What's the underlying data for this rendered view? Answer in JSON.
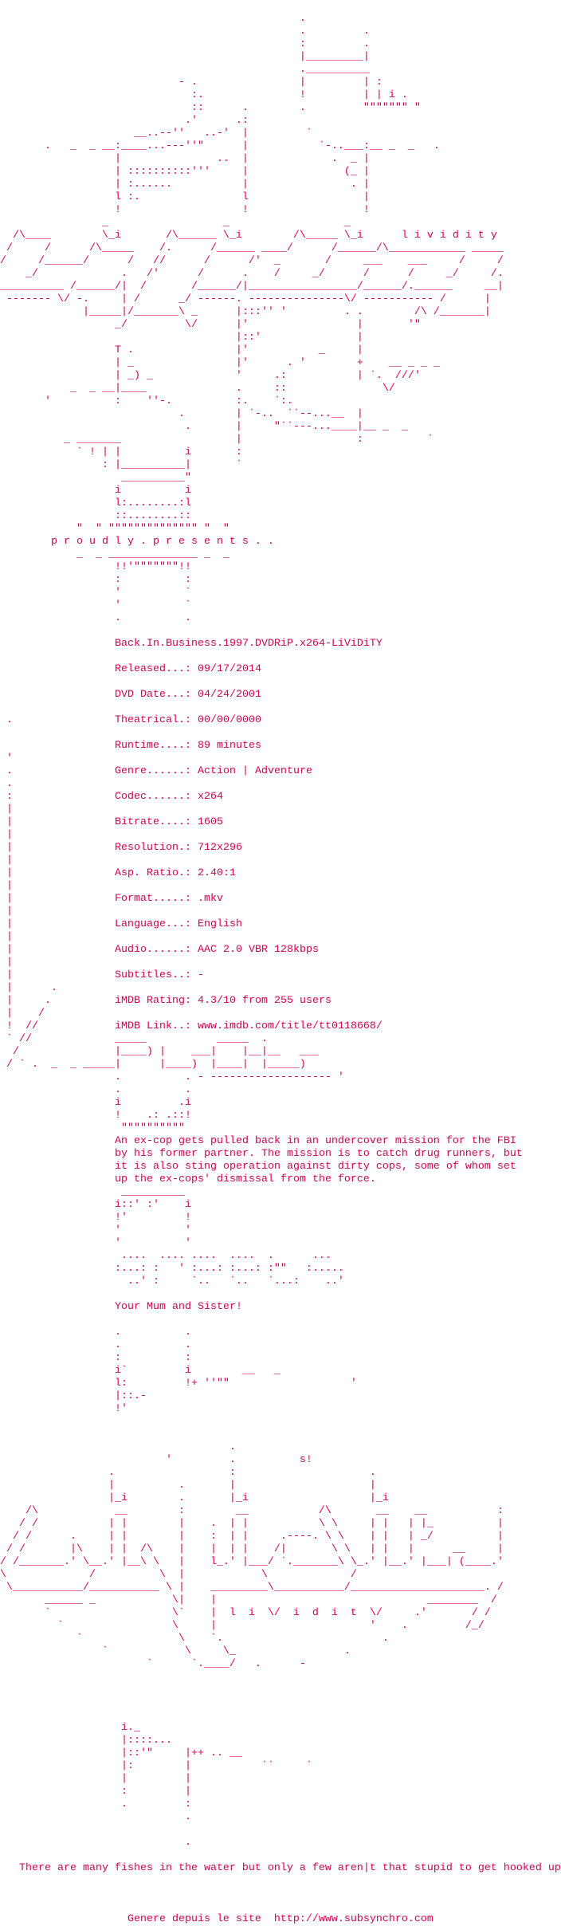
{
  "colors": {
    "text": "#d40055",
    "background": "#ffffff"
  },
  "header_art": [
    "",
    "                                               .",
    "                                               .         .",
    "                                               :         .",
    "                                               |_________|",
    "                                               .__________",
    "                            - .                |         | :",
    "                              :.               !         | | i .",
    "                              ::      .        .         \"\"\"\"\"\"\" \"",
    "                             .'      .:",
    "                     __..--''   ..-'  |         `",
    "       .   _  _ __:____...---''\"      |           `-..___:__ _  _   .",
    "                  |               ..  |             .  _ |",
    "                  | ::::::::::'''     |               (_ |",
    "                  | :......           |                . |",
    "                  l :.                l                  |",
    "                  !                   !                  !",
    "                _                  _                  _",
    "  /\\____        \\_i       /\\______ \\_i        /\\_____ \\_i      l i v i d i t y",
    " /     /      /\\_____    /.      /______ ____/      /______/\\____________ _____",
    "/     /______/      /   //      /      /'  _       /     ___    ___     /     /",
    "    _/             .   /'      /      .    /     _/      /      /     _/     /.",
    "__________ /______/|  /       /______/|_________________/______/.______     __|",
    " ------- \\/ -.     | /      _/ ------. ---------------\\/ ----------- /      |",
    "             |_____|/_______\\ _      |:::'' '         . .        /\\ /_______|",
    "                  _/         \\/      |'                 |       '\"",
    "                                     |::'               |",
    "                  T .                |'           _     |",
    "                  | _                |'      . '        +    __ _ _ _",
    "                  | _) _             '     .:           | `.  ///'",
    "           _  _ __|____              .     ::               \\/",
    "       '          :    ''-.          :.    `:.",
    "                            .        | `-..  ``--...__  |",
    "                             .       |     \"``---...____|__ _  _",
    "          _ _______                  |                  :          `",
    "            ` ! | |          i       :",
    "                : |__________|       `",
    "                   __________\"",
    "                  i          i",
    "                  l:........:l",
    "                  ::........::",
    "            \"  \" \"\"\"\"\"\"\"\"\"\"\"\"\"\" \"  \""
  ],
  "group_tagline": "        p r o u d l y . p r e s e n t s . .",
  "frame_art": [
    "            _  _ ______________ _  _",
    "                  !!'\"\"\"\"\"\"\"!!",
    "                  :          :",
    "                  '          `",
    "                  '          `",
    "                  .          .",
    ""
  ],
  "release_name": "Back.In.Business.1997.DVDRiP.x264-LiViDiTY",
  "info": [
    {
      "deco": ""
    },
    {
      "deco": "",
      "label": "Released...:",
      "value": "09/17/2014"
    },
    {
      "deco": ""
    },
    {
      "deco": "",
      "label": "DVD Date...:",
      "value": "04/24/2001"
    },
    {
      "deco": ""
    },
    {
      "deco": " .",
      "label": "Theatrical.:",
      "value": "00/00/0000"
    },
    {
      "deco": ""
    },
    {
      "deco": "",
      "label": "Runtime....:",
      "value": "89 minutes"
    },
    {
      "deco": " '"
    },
    {
      "deco": " .",
      "label": "Genre......:",
      "value": "Action | Adventure"
    },
    {
      "deco": " ."
    },
    {
      "deco": " :",
      "label": "Codec......:",
      "value": "x264"
    },
    {
      "deco": " |"
    },
    {
      "deco": " |",
      "label": "Bitrate....:",
      "value": "1605"
    },
    {
      "deco": " |"
    },
    {
      "deco": " |",
      "label": "Resolution.:",
      "value": "712x296"
    },
    {
      "deco": " |"
    },
    {
      "deco": " |",
      "label": "Asp. Ratio.:",
      "value": "2.40:1"
    },
    {
      "deco": " |"
    },
    {
      "deco": " |",
      "label": "Format.....:",
      "value": ".mkv"
    },
    {
      "deco": " |"
    },
    {
      "deco": " |",
      "label": "Language...:",
      "value": "English"
    },
    {
      "deco": " |"
    },
    {
      "deco": " |",
      "label": "Audio......:",
      "value": "AAC 2.0 VBR 128kbps"
    },
    {
      "deco": " |"
    },
    {
      "deco": " |",
      "label": "Subtitles..:",
      "value": "-"
    },
    {
      "deco": " |      ."
    },
    {
      "deco": " |     .",
      "label": "iMDB Rating:",
      "value": "4.3/10 from 255 users"
    },
    {
      "deco": " |    /"
    },
    {
      "deco": " !  //",
      "label": "iMDB Link..:",
      "value": "www.imdb.com/title/tt0118668/"
    }
  ],
  "plot_art": [
    " ` //             _____           _____  .",
    "  /               |____) |    ___|    |__|__   ___",
    " / ` .  _  _ _____|      |____)  |____|  |_____)",
    "                  .          . - ------------------- '",
    "                  .          .",
    "                  i         .i",
    "                  !    .: .::!",
    "                   \"\"\"\"\"\"\"\"\"\""
  ],
  "plot": [
    "An ex-cop gets pulled back in an undercover mission for the FBI",
    "by his former partner. The mission is to catch drug runners, but",
    "it is also sting operation against dirty cops, some of whom set",
    "up the ex-cops' dismissal from the force."
  ],
  "greets_art": [
    "                   __________",
    "                  i::' :'    i",
    "                  !'         !",
    "                  '          '",
    "                  '          '",
    "                   ....  .... ....  ....  .      ...",
    "                  :...: :   ' :...: :...: :\"\"   :.....",
    "                    ..' :     `..   `..   `...:    ..'",
    ""
  ],
  "greets": "Your Mum and Sister!",
  "footer_art": [
    "",
    "                  .          .",
    "                  .          .",
    "                  :          :",
    "                  i`         i        __   _",
    "                  l:         !+ ''\"\"                   '",
    "                  |::.-",
    "                  !'",
    "",
    "",
    "                                    .",
    "                          '         .          s!",
    "                 .                  :                     .",
    "                 |          .       |                     |",
    "                 |_i        .       |_i                   |_i",
    "    /\\            __        :        __           /\\       __    __           :",
    "   / /           | |        |    .  | |           \\ \\     | |   | |_          |",
    "  / /      .     | |        |    :  | |     .----. \\ \\    | |   | _/          |",
    " / /       |\\    | |  /\\    |    |  | |    /|       \\ \\   | |   |      __     |",
    "/ /_______.' \\__.' |__\\ \\   |    l_.' |___/ `._______\\ \\_.' |__.' |___| (____.'",
    "\\             /          \\  |            \\             /",
    " \\___________/___________ \\ |    _________\\___________/_____________________. /",
    "       ______ _            \\|    |                                 ________  /",
    "       `                   \\`    |  l  i  \\/  i  d  i  t  \\/     .'       / /",
    "         `                 \\     |                        '    .         /_/",
    "            `               \\    `.                         .",
    "                `            \\     \\_                 .",
    "                       `      `.____/   .      -",
    "",
    "",
    "",
    "",
    "                   i._",
    "                   |::::...",
    "                   |::'\"     |++ .. __",
    "                   |:        |           ``     `",
    "                   |         |",
    "                   :         |",
    "                   .         :",
    "                             .",
    "",
    "                             .",
    ""
  ],
  "footer_quote": "   There are many fishes in the water but only a few aren|t that stupid to get hooked up",
  "footer_blank": [
    "",
    "",
    ""
  ],
  "footer_site": "                    Genere depuis le site  http://www.subsynchro.com"
}
